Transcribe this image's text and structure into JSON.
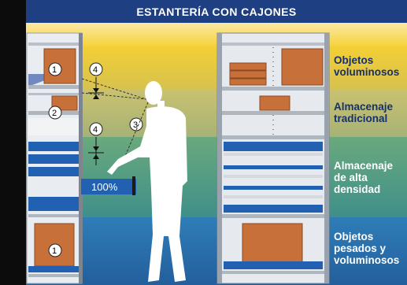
{
  "header": {
    "title": "ESTANTERÍA CON CAJONES"
  },
  "zones": [
    {
      "label": "Objetos\nvoluminosos"
    },
    {
      "label": "Almacenaje\ntradicional"
    },
    {
      "label": "Almacenaje\nde alta\ndensidad"
    },
    {
      "label": "Objetos\npesados y\nvoluminosos"
    }
  ],
  "markers": {
    "one": "1",
    "two": "2",
    "three": "3",
    "four": "4"
  },
  "drawer_fill": "100%",
  "colors": {
    "header": "#1e3f82",
    "yellow": "#f7cf2e",
    "olive": "#c9c06a",
    "green": "#5e9f78",
    "blue": "#2f7db8",
    "drawer": "#2260b2",
    "box": "#c8703a"
  },
  "icons": {
    "person": "person-silhouette-icon",
    "box": "cardboard-box-icon"
  }
}
